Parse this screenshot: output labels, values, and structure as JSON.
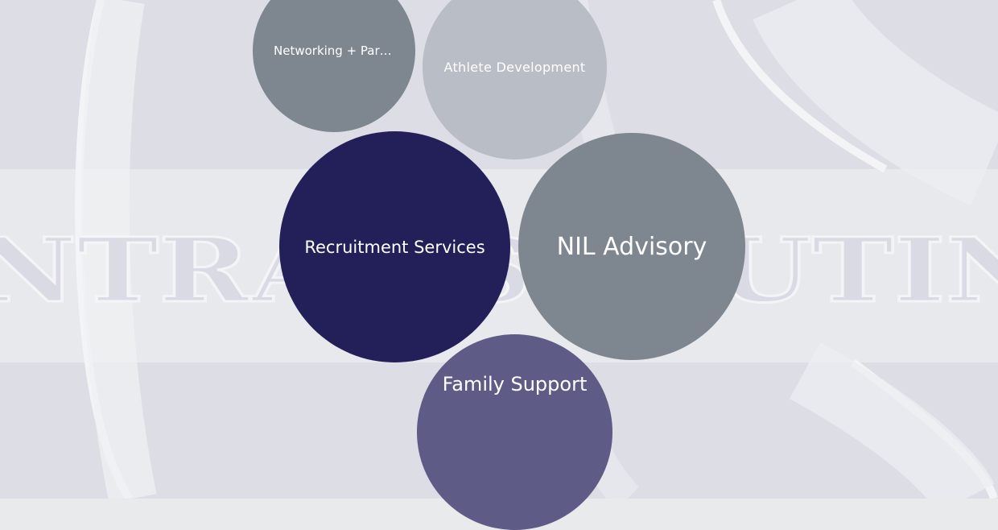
{
  "background": {
    "watermark_text": "NTRAL SCOUTIN",
    "colors": {
      "page": "#e9eaec",
      "band_light": "#dcdde5",
      "watermark_letters": "#d8d8e3"
    }
  },
  "bubbles": [
    {
      "id": "networking",
      "label": "Networking + Partn…",
      "color": "#7e868f"
    },
    {
      "id": "athlete",
      "label": "Athlete Development",
      "color": "#b9bdc6"
    },
    {
      "id": "recruitment",
      "label": "Recruitment Services",
      "color": "#221f59"
    },
    {
      "id": "nil",
      "label": "NIL Advisory",
      "color": "#7e868f"
    },
    {
      "id": "family",
      "label": "Family Support",
      "color": "#5e5b86"
    }
  ]
}
